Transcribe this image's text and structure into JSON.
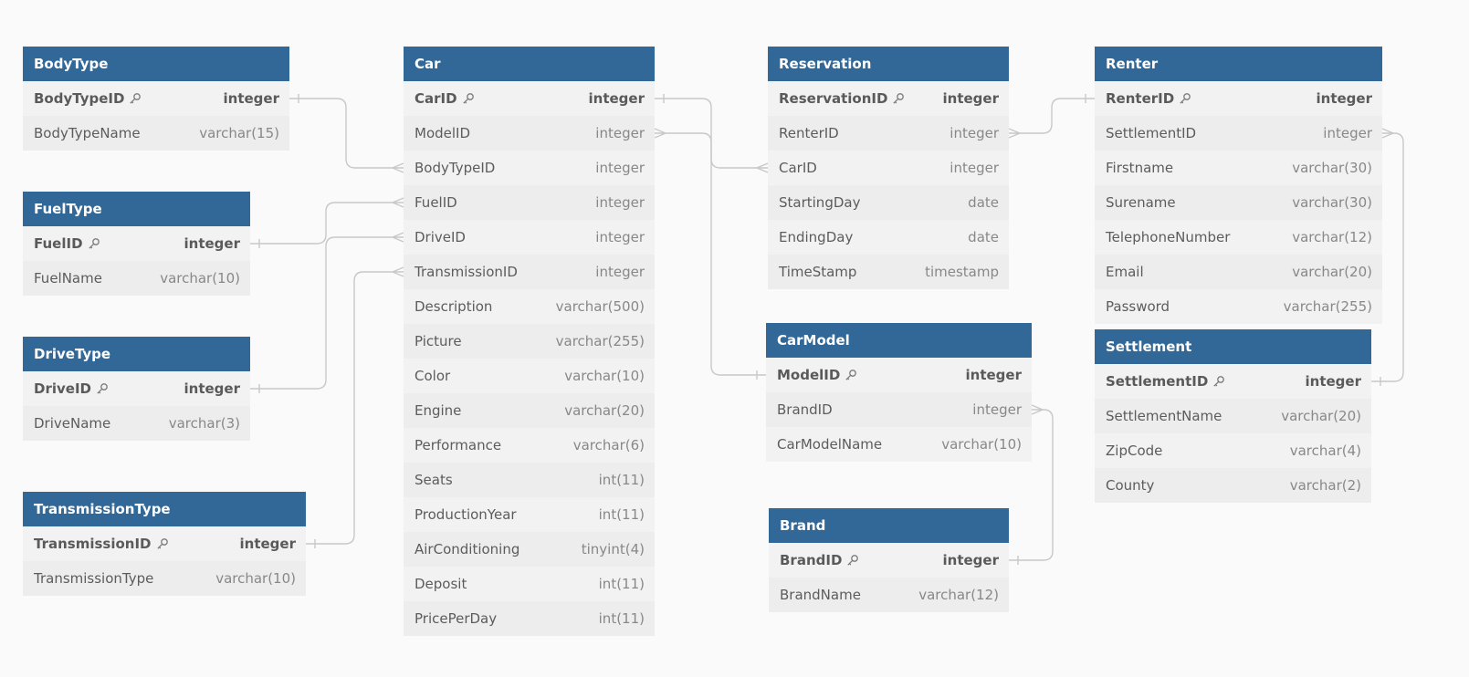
{
  "colors": {
    "header": "#326897",
    "row": "#f2f2f2",
    "row_alt": "#ededed",
    "edge": "#c8c8c8",
    "background": "#fafafa"
  },
  "tables": [
    {
      "id": "BodyType",
      "name": "BodyType",
      "fields": [
        {
          "name": "BodyTypeID",
          "type": "integer",
          "pk": true
        },
        {
          "name": "BodyTypeName",
          "type": "varchar(15)"
        }
      ]
    },
    {
      "id": "FuelType",
      "name": "FuelType",
      "fields": [
        {
          "name": "FuelID",
          "type": "integer",
          "pk": true
        },
        {
          "name": "FuelName",
          "type": "varchar(10)"
        }
      ]
    },
    {
      "id": "DriveType",
      "name": "DriveType",
      "fields": [
        {
          "name": "DriveID",
          "type": "integer",
          "pk": true
        },
        {
          "name": "DriveName",
          "type": "varchar(3)"
        }
      ]
    },
    {
      "id": "TransmissionType",
      "name": "TransmissionType",
      "fields": [
        {
          "name": "TransmissionID",
          "type": "integer",
          "pk": true
        },
        {
          "name": "TransmissionType",
          "type": "varchar(10)"
        }
      ]
    },
    {
      "id": "Car",
      "name": "Car",
      "fields": [
        {
          "name": "CarID",
          "type": "integer",
          "pk": true
        },
        {
          "name": "ModelID",
          "type": "integer"
        },
        {
          "name": "BodyTypeID",
          "type": "integer"
        },
        {
          "name": "FuelID",
          "type": "integer"
        },
        {
          "name": "DriveID",
          "type": "integer"
        },
        {
          "name": "TransmissionID",
          "type": "integer"
        },
        {
          "name": "Description",
          "type": "varchar(500)"
        },
        {
          "name": "Picture",
          "type": "varchar(255)"
        },
        {
          "name": "Color",
          "type": "varchar(10)"
        },
        {
          "name": "Engine",
          "type": "varchar(20)"
        },
        {
          "name": "Performance",
          "type": "varchar(6)"
        },
        {
          "name": "Seats",
          "type": "int(11)"
        },
        {
          "name": "ProductionYear",
          "type": "int(11)"
        },
        {
          "name": "AirConditioning",
          "type": "tinyint(4)"
        },
        {
          "name": "Deposit",
          "type": "int(11)"
        },
        {
          "name": "PricePerDay",
          "type": "int(11)"
        }
      ]
    },
    {
      "id": "Reservation",
      "name": "Reservation",
      "fields": [
        {
          "name": "ReservationID",
          "type": "integer",
          "pk": true
        },
        {
          "name": "RenterID",
          "type": "integer"
        },
        {
          "name": "CarID",
          "type": "integer"
        },
        {
          "name": "StartingDay",
          "type": "date"
        },
        {
          "name": "EndingDay",
          "type": "date"
        },
        {
          "name": "TimeStamp",
          "type": "timestamp"
        }
      ]
    },
    {
      "id": "CarModel",
      "name": "CarModel",
      "fields": [
        {
          "name": "ModelID",
          "type": "integer",
          "pk": true
        },
        {
          "name": "BrandID",
          "type": "integer"
        },
        {
          "name": "CarModelName",
          "type": "varchar(10)"
        }
      ]
    },
    {
      "id": "Brand",
      "name": "Brand",
      "fields": [
        {
          "name": "BrandID",
          "type": "integer",
          "pk": true
        },
        {
          "name": "BrandName",
          "type": "varchar(12)"
        }
      ]
    },
    {
      "id": "Renter",
      "name": "Renter",
      "fields": [
        {
          "name": "RenterID",
          "type": "integer",
          "pk": true
        },
        {
          "name": "SettlementID",
          "type": "integer"
        },
        {
          "name": "Firstname",
          "type": "varchar(30)"
        },
        {
          "name": "Surename",
          "type": "varchar(30)"
        },
        {
          "name": "TelephoneNumber",
          "type": "varchar(12)"
        },
        {
          "name": "Email",
          "type": "varchar(20)"
        },
        {
          "name": "Password",
          "type": "varchar(255)"
        }
      ]
    },
    {
      "id": "Settlement",
      "name": "Settlement",
      "fields": [
        {
          "name": "SettlementID",
          "type": "integer",
          "pk": true
        },
        {
          "name": "SettlementName",
          "type": "varchar(20)"
        },
        {
          "name": "ZipCode",
          "type": "varchar(4)"
        },
        {
          "name": "County",
          "type": "varchar(2)"
        }
      ]
    }
  ],
  "relations": [
    {
      "from_table": "BodyType",
      "from_field": "BodyTypeID",
      "to_table": "Car",
      "to_field": "BodyTypeID",
      "cardinality": "one-to-many"
    },
    {
      "from_table": "FuelType",
      "from_field": "FuelID",
      "to_table": "Car",
      "to_field": "FuelID",
      "cardinality": "one-to-many"
    },
    {
      "from_table": "DriveType",
      "from_field": "DriveID",
      "to_table": "Car",
      "to_field": "DriveID",
      "cardinality": "one-to-many"
    },
    {
      "from_table": "TransmissionType",
      "from_field": "TransmissionID",
      "to_table": "Car",
      "to_field": "TransmissionID",
      "cardinality": "one-to-many"
    },
    {
      "from_table": "Car",
      "from_field": "CarID",
      "to_table": "Reservation",
      "to_field": "CarID",
      "cardinality": "one-to-many"
    },
    {
      "from_table": "CarModel",
      "from_field": "ModelID",
      "to_table": "Car",
      "to_field": "ModelID",
      "cardinality": "one-to-many"
    },
    {
      "from_table": "Renter",
      "from_field": "RenterID",
      "to_table": "Reservation",
      "to_field": "RenterID",
      "cardinality": "one-to-many"
    },
    {
      "from_table": "Brand",
      "from_field": "BrandID",
      "to_table": "CarModel",
      "to_field": "BrandID",
      "cardinality": "one-to-many"
    },
    {
      "from_table": "Settlement",
      "from_field": "SettlementID",
      "to_table": "Renter",
      "to_field": "SettlementID",
      "cardinality": "one-to-many"
    }
  ]
}
